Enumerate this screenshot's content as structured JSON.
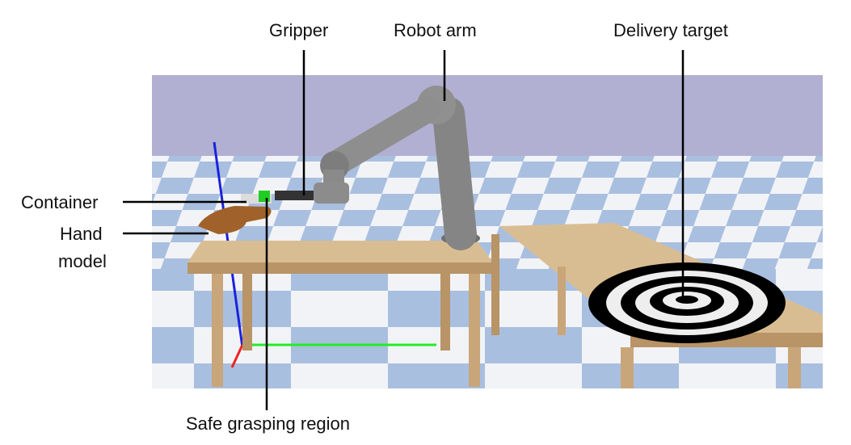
{
  "labels": {
    "gripper": "Gripper",
    "robot_arm": "Robot arm",
    "delivery_target": "Delivery target",
    "container": "Container",
    "hand_model_line1": "Hand",
    "hand_model_line2": "model",
    "safe_grasping_region": "Safe grasping region"
  },
  "colors": {
    "sky": "#b1afd2",
    "floor_blue": "#a9bfe0",
    "floor_white": "#f2f3f6",
    "table": "#c8a67a",
    "arm": "#8a8a8a",
    "safe_region": "#22cc22"
  }
}
